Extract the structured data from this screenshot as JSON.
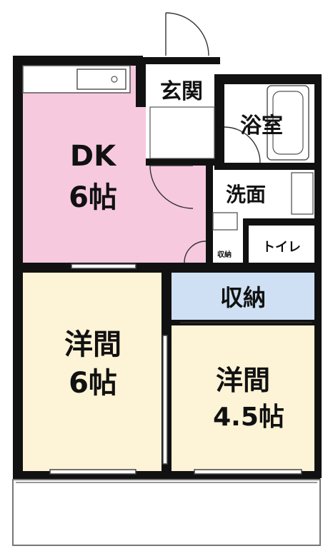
{
  "colors": {
    "wall": "#111111",
    "dk": "#f6c9df",
    "western_room": "#fdf3d6",
    "storage": "#cfe0f4",
    "white": "#ffffff",
    "fixture_stroke": "#555555"
  },
  "rooms": {
    "entrance": "玄関",
    "bath": "浴室",
    "washroom": "洗面",
    "toilet": "トイレ",
    "dk_line1": "DK",
    "dk_line2": "6帖",
    "small_storage": "収納",
    "storage": "収納",
    "western_6_line1": "洋間",
    "western_6_line2": "6帖",
    "western_45_line1": "洋間",
    "western_45_line2": "4.5帖"
  }
}
